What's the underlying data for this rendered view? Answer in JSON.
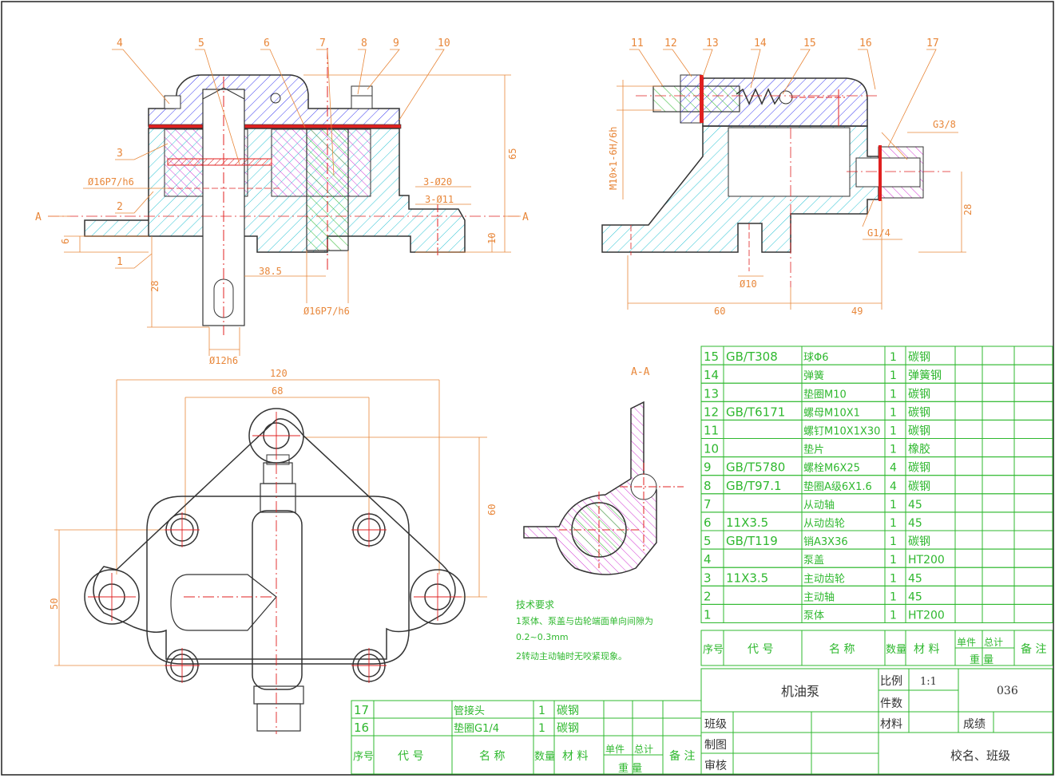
{
  "balloons_front": [
    "4",
    "5",
    "6",
    "7",
    "8",
    "9",
    "10"
  ],
  "balloons_side": [
    "11",
    "12",
    "13",
    "14",
    "15",
    "16",
    "17"
  ],
  "left_callouts": [
    "3",
    "2",
    "1"
  ],
  "dims": {
    "fit16a": "Ø16P7/h6",
    "fit16b": "Ø16P7/h6",
    "shaft12": "Ø12h6",
    "d385": "38.5",
    "d28a": "28",
    "d6": "6",
    "d10": "10",
    "d65": "65",
    "hole20": "3-Ø20",
    "hole11": "3-Ø11",
    "sectionA1": "A",
    "sectionA2": "A",
    "thread": "M10×1-6H/6h",
    "g38": "G3/8",
    "g14": "G1/4",
    "d28b": "28",
    "d60a": "60",
    "d49": "49",
    "phi10": "Ø10",
    "d120": "120",
    "d68": "68",
    "d60b": "60",
    "d50": "50",
    "aa": "A-A"
  },
  "tech": {
    "title": "技术要求",
    "line1": "1泵体、泵盖与齿轮端面单向间隙为",
    "line2": "0.2~0.3mm",
    "line3": "2转动主动轴时无咬紧现象。"
  },
  "bom": [
    {
      "no": "15",
      "code": "GB/T308",
      "name": "球Φ6",
      "qty": "1",
      "mat": "碳钢"
    },
    {
      "no": "14",
      "code": "",
      "name": "弹簧",
      "qty": "1",
      "mat": "弹簧钢"
    },
    {
      "no": "13",
      "code": "",
      "name": "垫圈M10",
      "qty": "1",
      "mat": "碳钢"
    },
    {
      "no": "12",
      "code": "GB/T6171",
      "name": "螺母M10X1",
      "qty": "1",
      "mat": "碳钢"
    },
    {
      "no": "11",
      "code": "",
      "name": "螺钉M10X1X30",
      "qty": "1",
      "mat": "碳钢"
    },
    {
      "no": "10",
      "code": "",
      "name": "垫片",
      "qty": "1",
      "mat": "橡胶"
    },
    {
      "no": "9",
      "code": "GB/T5780",
      "name": "螺栓M6X25",
      "qty": "4",
      "mat": "碳钢"
    },
    {
      "no": "8",
      "code": "GB/T97.1",
      "name": "垫圈A级6X1.6",
      "qty": "4",
      "mat": "碳钢"
    },
    {
      "no": "7",
      "code": "",
      "name": "从动轴",
      "qty": "1",
      "mat": "45"
    },
    {
      "no": "6",
      "code": "11X3.5",
      "name": "从动齿轮",
      "qty": "1",
      "mat": "45"
    },
    {
      "no": "5",
      "code": "GB/T119",
      "name": "销A3X36",
      "qty": "1",
      "mat": "碳钢"
    },
    {
      "no": "4",
      "code": "",
      "name": "泵盖",
      "qty": "1",
      "mat": "HT200"
    },
    {
      "no": "3",
      "code": "11X3.5",
      "name": "主动齿轮",
      "qty": "1",
      "mat": "45"
    },
    {
      "no": "2",
      "code": "",
      "name": "主动轴",
      "qty": "1",
      "mat": "45"
    },
    {
      "no": "1",
      "code": "",
      "name": "泵体",
      "qty": "1",
      "mat": "HT200"
    }
  ],
  "bom_lower": [
    {
      "no": "17",
      "code": "",
      "name": "管接头",
      "qty": "1",
      "mat": "碳钢"
    },
    {
      "no": "16",
      "code": "",
      "name": "垫圈G1/4",
      "qty": "1",
      "mat": "碳钢"
    }
  ],
  "header": {
    "no": "序号",
    "code": "代 号",
    "name": "名 称",
    "qty": "数量",
    "mat": "材 料",
    "unit": "单件",
    "total": "总计",
    "weight": "重 量",
    "note": "备 注"
  },
  "title_block": {
    "product": "机油泵",
    "scale_label": "比例",
    "scale": "1:1",
    "count_label": "件数",
    "drawing_no": "036",
    "class_label": "班级",
    "material_label": "材料",
    "grade_label": "成绩",
    "drawn_label": "制图",
    "checked_label": "审核",
    "school": "校名、班级"
  },
  "colors": {
    "orange": "#e8873a",
    "green": "#2fb82f",
    "blue": "#3a3af0",
    "cyan": "#2ec4d4",
    "magenta": "#d23ad2",
    "red": "#e02020"
  }
}
